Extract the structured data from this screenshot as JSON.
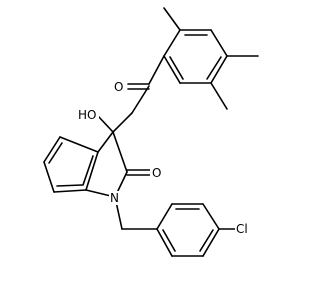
{
  "molecule": {
    "atoms": {
      "carbonyl_oxygen": "O",
      "hydroxyl": "HO",
      "lactam_oxygen": "O",
      "nitrogen": "N",
      "chlorine": "Cl"
    },
    "colors": {
      "bond": "#000000",
      "label": "#000000",
      "background": "#ffffff"
    }
  }
}
